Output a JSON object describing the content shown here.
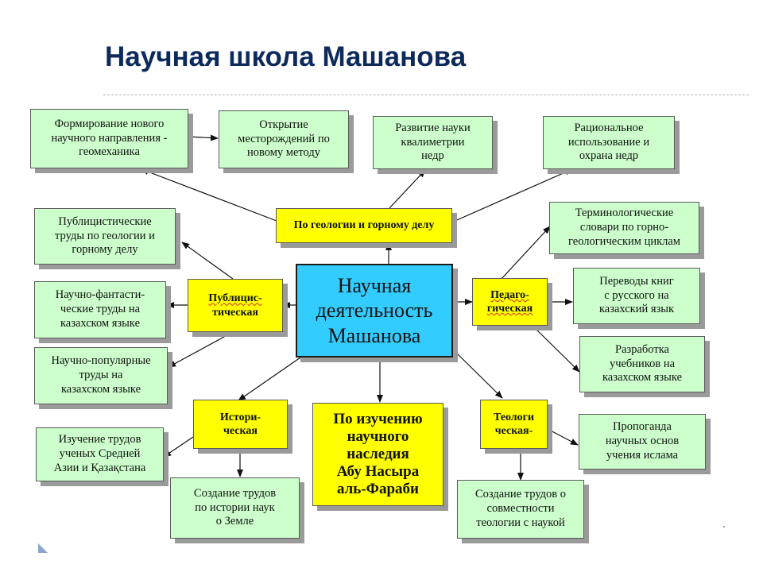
{
  "title": "Научная школа Машанова",
  "center": "Научная\nдеятельность\nМашанова",
  "branches": {
    "geology": "По геологии и горному делу",
    "publicist_1": "Публицис-",
    "publicist_2": "тическая",
    "pedagogical_1": "Педаго-",
    "pedagogical_2": "гическая",
    "historical": "Истори-\nческая",
    "farabi": "По изучению\nнаучного\nнаследия\nАбу Насыра\nаль-Фараби",
    "theological": "Теологи\nческая-"
  },
  "leaves": {
    "geomechanics": "Формирование нового\nнаучного направления -\nгеомеханика",
    "deposits": "Открытие\nместорождений по\nновому методу",
    "qualimetry": "Развитие науки\nквалиметрии\nнедр",
    "rational_use": "Рациональное\nиспользование и\nохрана недр",
    "publicist_works": "Публицистические\nтруды по геологии и\nгорному делу",
    "scifi_works": "Научно-фантасти-\nческие труды на\nказахском языке",
    "popular_works": "Научно-популярные\nтруды  на\nказахском языке",
    "dictionaries": "Терминологические\nсловари по горно-\nгеологическим циклам",
    "translations": "Переводы  книг\nс русского  на\nказахский язык",
    "textbooks": "Разработка\nучебников на\nказахском языке",
    "scholars_study": "Изучение трудов\nученых Средней\nАзии и Қазақстана",
    "history_works": "Создание трудов\nпо истории наук\nо Земле",
    "islam": "Пропоганда\nнаучных основ\nучения ислама",
    "theology_science": "Создание трудов о\nсовместности\nтеологии с наукой"
  },
  "colors": {
    "title": "#0d2a5c",
    "center_fill": "#33ccff",
    "branch_fill": "#ffff00",
    "leaf_fill": "#ccffcc",
    "shadow": "#9a9a9a"
  }
}
